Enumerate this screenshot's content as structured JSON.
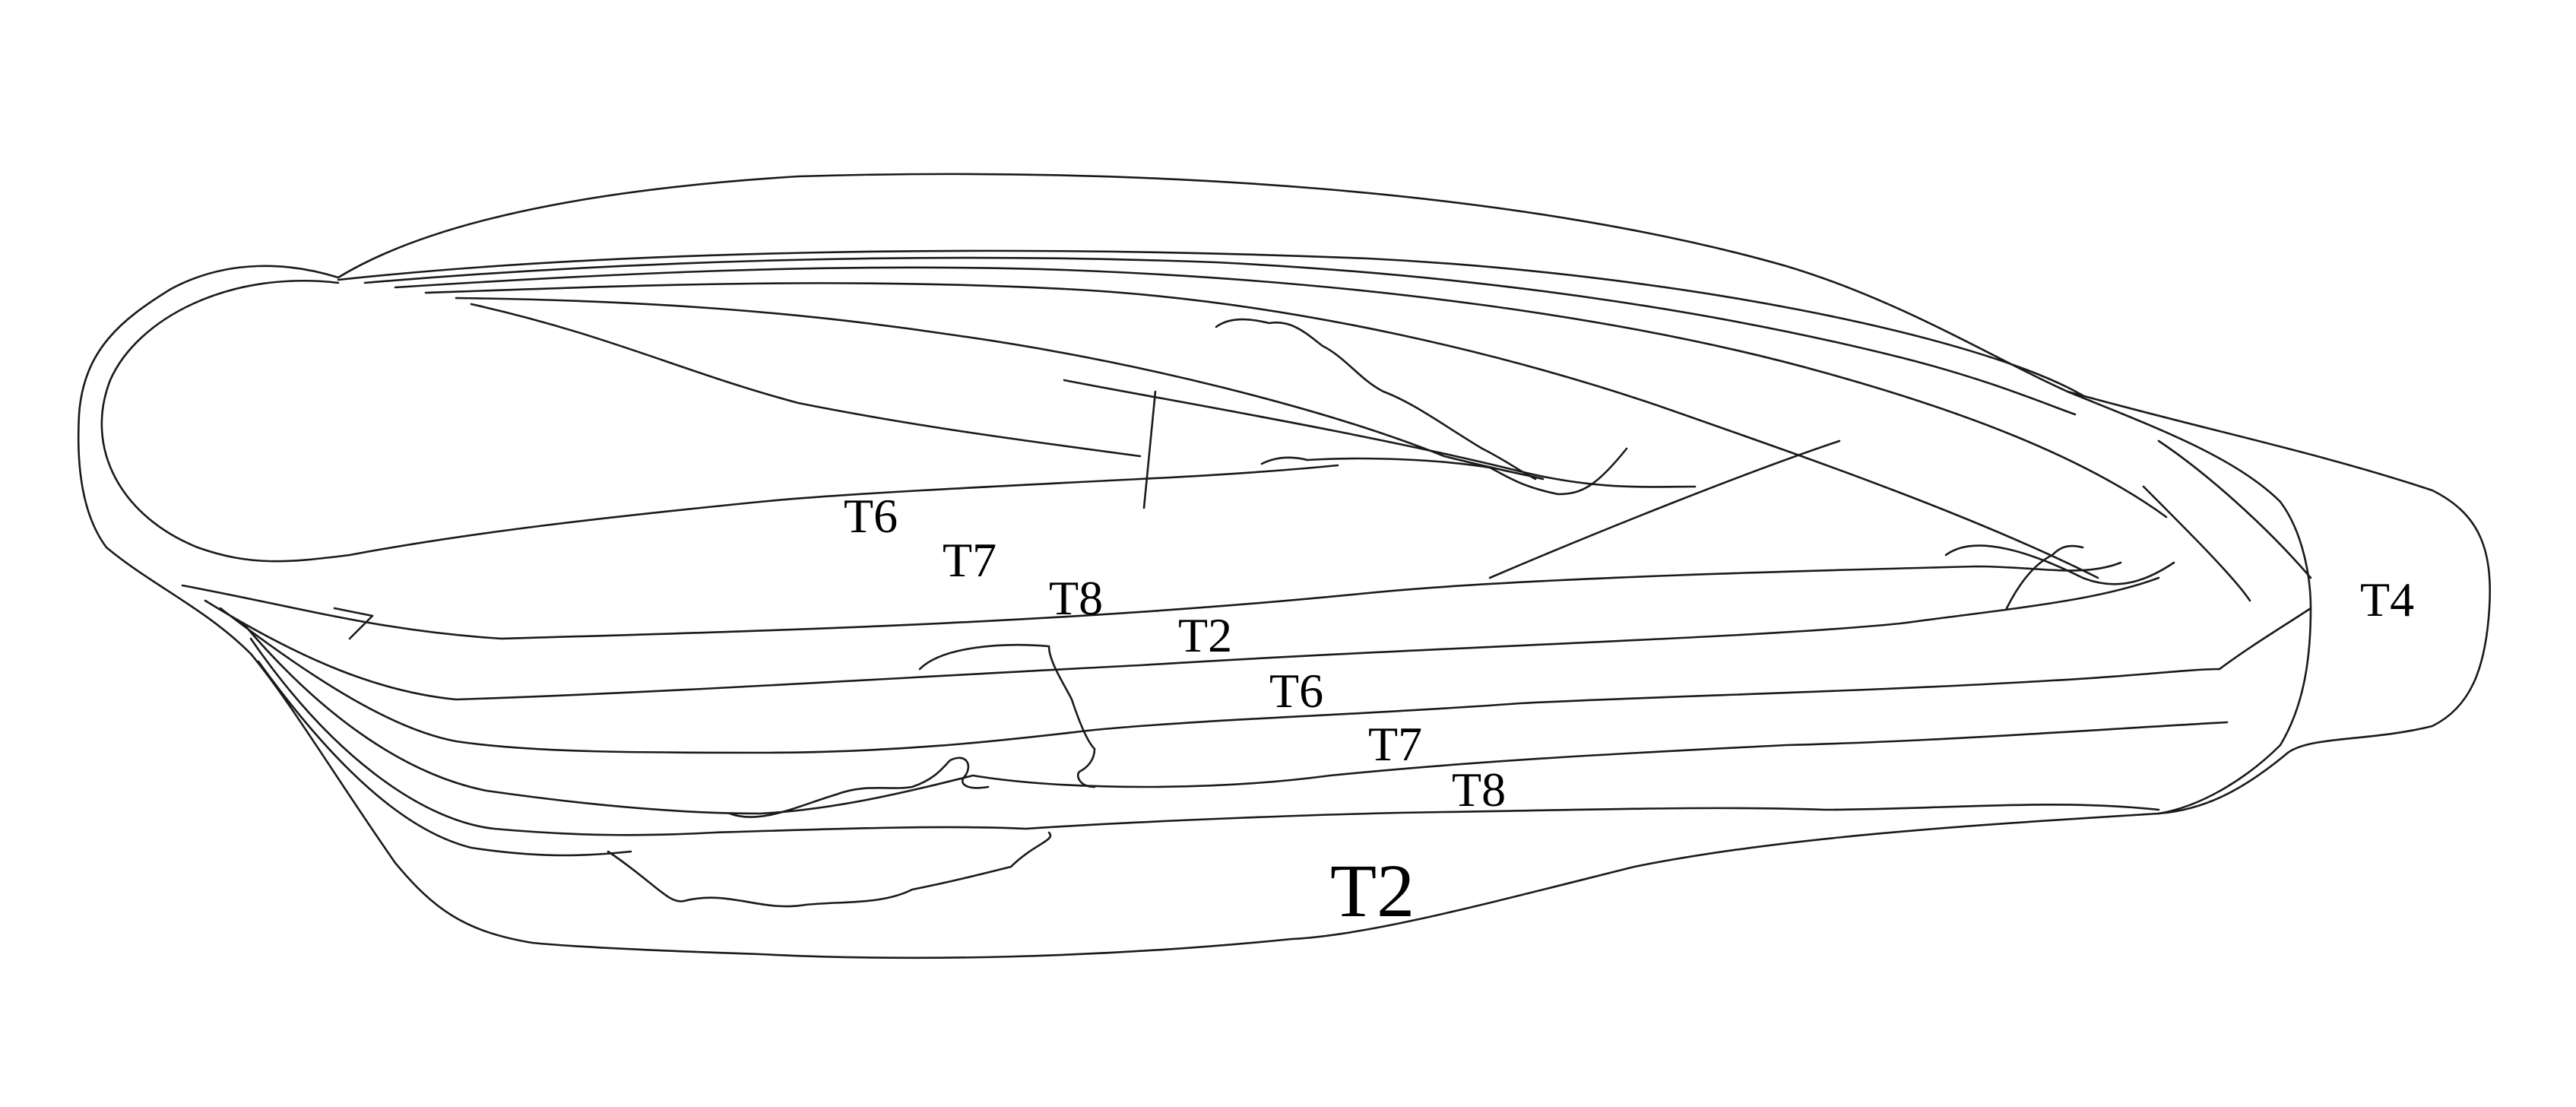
{
  "labels": {
    "upper_T6": "T6",
    "upper_T7": "T7",
    "upper_T8": "T8",
    "mid_T2": "T2",
    "lower_T6": "T6",
    "lower_T7": "T7",
    "lower_T8": "T8",
    "bottom_T2": "T2",
    "right_T4": "T4"
  },
  "colors": {
    "stroke": "#1a1a1a",
    "text": "#000000",
    "background": "#ffffff"
  }
}
